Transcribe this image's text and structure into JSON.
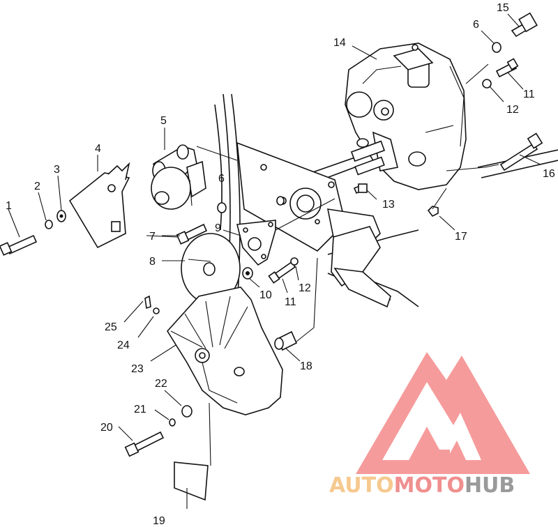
{
  "callouts": [
    {
      "n": "1"
    },
    {
      "n": "2"
    },
    {
      "n": "3"
    },
    {
      "n": "4"
    },
    {
      "n": "5"
    },
    {
      "n": "6"
    },
    {
      "n": "6"
    },
    {
      "n": "7"
    },
    {
      "n": "8"
    },
    {
      "n": "9"
    },
    {
      "n": "10"
    },
    {
      "n": "11"
    },
    {
      "n": "11"
    },
    {
      "n": "12"
    },
    {
      "n": "12"
    },
    {
      "n": "13"
    },
    {
      "n": "14"
    },
    {
      "n": "15"
    },
    {
      "n": "16"
    },
    {
      "n": "17"
    },
    {
      "n": "18"
    },
    {
      "n": "19"
    },
    {
      "n": "20"
    },
    {
      "n": "21"
    },
    {
      "n": "22"
    },
    {
      "n": "23"
    },
    {
      "n": "24"
    },
    {
      "n": "25"
    }
  ],
  "watermark": {
    "part1": "AUTO",
    "part2": "MOTO",
    "part3": "HUB",
    "colors": {
      "auto": "#f6c98f",
      "moto": "#f08f8f",
      "hub": "#9a9a9a",
      "triangle": "#f58a8a"
    }
  }
}
